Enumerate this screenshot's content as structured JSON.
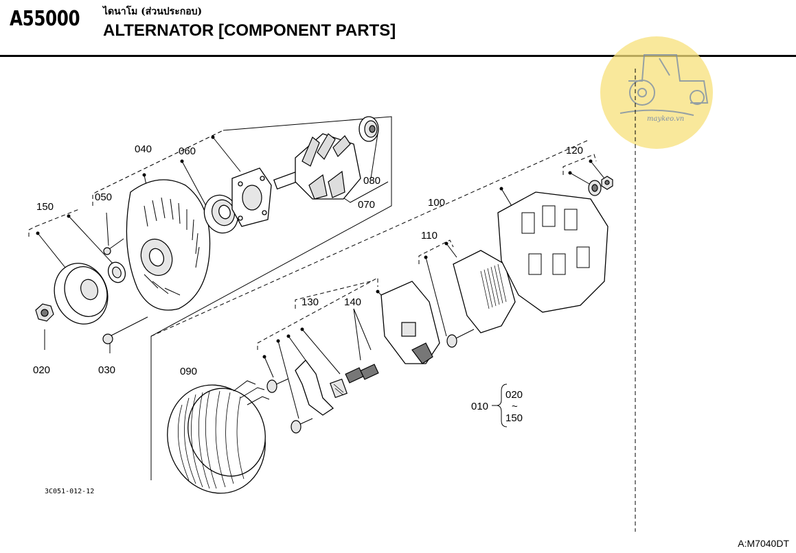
{
  "header": {
    "code": "A55000",
    "thai_title": "ไดนาโม (ส่วนประกอบ)",
    "title": "ALTERNATOR [COMPONENT PARTS]"
  },
  "watermark": {
    "text": "maykeo.vn",
    "icon": "tractor-icon",
    "color": "#f7e07a"
  },
  "parts": {
    "p010": "010",
    "p020": "020",
    "p030": "030",
    "p040": "040",
    "p050": "050",
    "p060": "060",
    "p070": "070",
    "p080": "080",
    "p090": "090",
    "p100": "100",
    "p110": "110",
    "p120": "120",
    "p130": "130",
    "p140": "140",
    "p150": "150"
  },
  "range_note": {
    "from": "020",
    "tilde": "~",
    "to": "150"
  },
  "drawing_number": "3C051-012-12",
  "model_code": "A:M7040DT"
}
